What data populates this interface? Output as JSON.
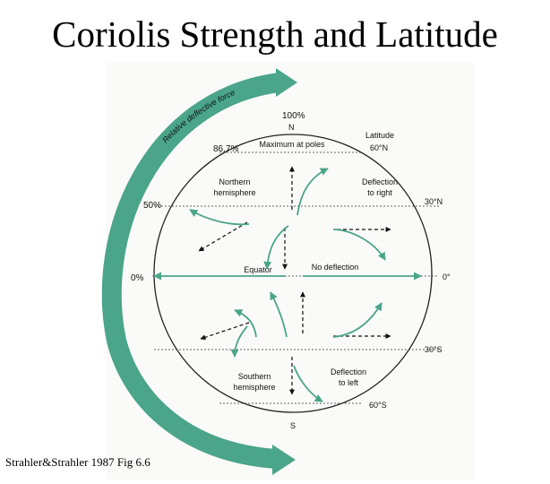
{
  "title": "Coriolis Strength and Latitude",
  "credit": "Strahler&Strahler 1987 Fig 6.6",
  "colors": {
    "teal": "#4aa58a",
    "teal_dark": "#2f7f66",
    "line": "#222222"
  },
  "band_label": "Relative deflective force",
  "percent_labels": {
    "p100": "100%",
    "p86": "86.7%",
    "p50": "50%",
    "p0": "0%"
  },
  "latitude_labels": {
    "heading": "Latitude",
    "lat60n": "60°N",
    "lat30n": "30°N",
    "lat0": "0°",
    "lat30s": "30°S",
    "lat60s": "60°S"
  },
  "pole_labels": {
    "north": "N",
    "south": "S"
  },
  "region_labels": {
    "maximum_at_poles": "Maximum at poles",
    "northern_1": "Northern",
    "northern_2": "hemisphere",
    "southern_1": "Southern",
    "southern_2": "hemisphere",
    "deflect_right_1": "Deflection",
    "deflect_right_2": "to right",
    "deflect_left_1": "Deflection",
    "deflect_left_2": "to left",
    "equator": "Equator",
    "no_deflection": "No deflection"
  }
}
